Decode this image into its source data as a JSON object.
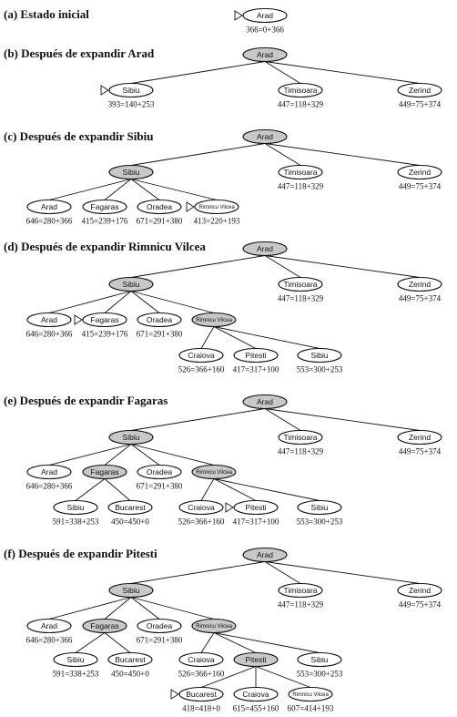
{
  "colors": {
    "expanded": "#c8c8c8",
    "frontier": "#ffffff",
    "ink": "#111111"
  },
  "panels": [
    {
      "id": "a",
      "title": "(a) Estado inicial",
      "nodes": [
        {
          "id": "arad",
          "label": "Arad",
          "value": "366=0+366",
          "expanded": false,
          "marker": true
        }
      ],
      "edges": []
    },
    {
      "id": "b",
      "title": "(b) Después de expandir Arad",
      "nodes": [
        {
          "id": "arad",
          "label": "Arad",
          "expanded": true
        },
        {
          "id": "sibiu",
          "label": "Sibiu",
          "value": "393=140+253",
          "expanded": false,
          "marker": true
        },
        {
          "id": "timisoara",
          "label": "Timisoara",
          "value": "447=118+329",
          "expanded": false
        },
        {
          "id": "zerind",
          "label": "Zerind",
          "value": "449=75+374",
          "expanded": false
        }
      ],
      "edges": [
        [
          "arad",
          "sibiu"
        ],
        [
          "arad",
          "timisoara"
        ],
        [
          "arad",
          "zerind"
        ]
      ]
    },
    {
      "id": "c",
      "title": "(c) Después de expandir Sibiu",
      "nodes": [
        {
          "id": "arad",
          "label": "Arad",
          "expanded": true
        },
        {
          "id": "sibiu",
          "label": "Sibiu",
          "expanded": true
        },
        {
          "id": "timisoara",
          "label": "Timisoara",
          "value": "447=118+329",
          "expanded": false
        },
        {
          "id": "zerind",
          "label": "Zerind",
          "value": "449=75+374",
          "expanded": false
        },
        {
          "id": "arad2",
          "label": "Arad",
          "value": "646=280+366",
          "expanded": false
        },
        {
          "id": "fagaras",
          "label": "Fagaras",
          "value": "415=239+176",
          "expanded": false
        },
        {
          "id": "oradea",
          "label": "Oradea",
          "value": "671=291+380",
          "expanded": false
        },
        {
          "id": "rimnicu",
          "label": "Rimnicu Vilcea",
          "value": "413=220+193",
          "expanded": false,
          "marker": true,
          "small": true
        }
      ],
      "edges": [
        [
          "arad",
          "sibiu"
        ],
        [
          "arad",
          "timisoara"
        ],
        [
          "arad",
          "zerind"
        ],
        [
          "sibiu",
          "arad2"
        ],
        [
          "sibiu",
          "fagaras"
        ],
        [
          "sibiu",
          "oradea"
        ],
        [
          "sibiu",
          "rimnicu"
        ]
      ]
    },
    {
      "id": "d",
      "title": "(d) Después de expandir Rimnicu Vilcea",
      "nodes": [
        {
          "id": "arad",
          "label": "Arad",
          "expanded": true
        },
        {
          "id": "sibiu",
          "label": "Sibiu",
          "expanded": true
        },
        {
          "id": "timisoara",
          "label": "Timisoara",
          "value": "447=118+329",
          "expanded": false
        },
        {
          "id": "zerind",
          "label": "Zerind",
          "value": "449=75+374",
          "expanded": false
        },
        {
          "id": "arad2",
          "label": "Arad",
          "value": "646=280+366",
          "expanded": false
        },
        {
          "id": "fagaras",
          "label": "Fagaras",
          "value": "415=239+176",
          "expanded": false,
          "marker": true
        },
        {
          "id": "oradea",
          "label": "Oradea",
          "value": "671=291+380",
          "expanded": false
        },
        {
          "id": "rimnicu",
          "label": "Rimnicu Vilcea",
          "expanded": true,
          "small": true
        },
        {
          "id": "craiova",
          "label": "Craiova",
          "value": "526=366+160",
          "expanded": false
        },
        {
          "id": "pitesti",
          "label": "Pitesti",
          "value": "417=317+100",
          "expanded": false
        },
        {
          "id": "sibiu2",
          "label": "Sibiu",
          "value": "553=300+253",
          "expanded": false
        }
      ],
      "edges": [
        [
          "arad",
          "sibiu"
        ],
        [
          "arad",
          "timisoara"
        ],
        [
          "arad",
          "zerind"
        ],
        [
          "sibiu",
          "arad2"
        ],
        [
          "sibiu",
          "fagaras"
        ],
        [
          "sibiu",
          "oradea"
        ],
        [
          "sibiu",
          "rimnicu"
        ],
        [
          "rimnicu",
          "craiova"
        ],
        [
          "rimnicu",
          "pitesti"
        ],
        [
          "rimnicu",
          "sibiu2"
        ]
      ]
    },
    {
      "id": "e",
      "title": "(e) Después de expandir Fagaras",
      "nodes": [
        {
          "id": "arad",
          "label": "Arad",
          "expanded": true
        },
        {
          "id": "sibiu",
          "label": "Sibiu",
          "expanded": true
        },
        {
          "id": "timisoara",
          "label": "Timisoara",
          "value": "447=118+329",
          "expanded": false
        },
        {
          "id": "zerind",
          "label": "Zerind",
          "value": "449=75+374",
          "expanded": false
        },
        {
          "id": "arad2",
          "label": "Arad",
          "value": "646=280+366",
          "expanded": false
        },
        {
          "id": "fagaras",
          "label": "Fagaras",
          "expanded": true
        },
        {
          "id": "oradea",
          "label": "Oradea",
          "value": "671=291+380",
          "expanded": false
        },
        {
          "id": "rimnicu",
          "label": "Rimnicu Vilcea",
          "expanded": true,
          "small": true
        },
        {
          "id": "sibiu3",
          "label": "Sibiu",
          "value": "591=338+253",
          "expanded": false
        },
        {
          "id": "bucarest",
          "label": "Bucarest",
          "value": "450=450+0",
          "expanded": false
        },
        {
          "id": "craiova",
          "label": "Craiova",
          "value": "526=366+160",
          "expanded": false
        },
        {
          "id": "pitesti",
          "label": "Pitesti",
          "value": "417=317+100",
          "expanded": false,
          "marker": true
        },
        {
          "id": "sibiu2",
          "label": "Sibiu",
          "value": "553=300+253",
          "expanded": false
        }
      ],
      "edges": [
        [
          "arad",
          "sibiu"
        ],
        [
          "arad",
          "timisoara"
        ],
        [
          "arad",
          "zerind"
        ],
        [
          "sibiu",
          "arad2"
        ],
        [
          "sibiu",
          "fagaras"
        ],
        [
          "sibiu",
          "oradea"
        ],
        [
          "sibiu",
          "rimnicu"
        ],
        [
          "fagaras",
          "sibiu3"
        ],
        [
          "fagaras",
          "bucarest"
        ],
        [
          "rimnicu",
          "craiova"
        ],
        [
          "rimnicu",
          "pitesti"
        ],
        [
          "rimnicu",
          "sibiu2"
        ]
      ]
    },
    {
      "id": "f",
      "title": "(f) Después de expandir Pitesti",
      "nodes": [
        {
          "id": "arad",
          "label": "Arad",
          "expanded": true
        },
        {
          "id": "sibiu",
          "label": "Sibiu",
          "expanded": true
        },
        {
          "id": "timisoara",
          "label": "Timisoara",
          "value": "447=118+329",
          "expanded": false
        },
        {
          "id": "zerind",
          "label": "Zerind",
          "value": "449=75+374",
          "expanded": false
        },
        {
          "id": "arad2",
          "label": "Arad",
          "value": "646=280+366",
          "expanded": false
        },
        {
          "id": "fagaras",
          "label": "Fagaras",
          "expanded": true
        },
        {
          "id": "oradea",
          "label": "Oradea",
          "value": "671=291+380",
          "expanded": false
        },
        {
          "id": "rimnicu",
          "label": "Rimnicu Vilcea",
          "expanded": true,
          "small": true
        },
        {
          "id": "sibiu3",
          "label": "Sibiu",
          "value": "591=338+253",
          "expanded": false
        },
        {
          "id": "bucarest",
          "label": "Bucarest",
          "value": "450=450+0",
          "expanded": false
        },
        {
          "id": "craiova",
          "label": "Craiova",
          "value": "526=366+160",
          "expanded": false
        },
        {
          "id": "pitesti",
          "label": "Pitesti",
          "expanded": true
        },
        {
          "id": "sibiu2",
          "label": "Sibiu",
          "value": "553=300+253",
          "expanded": false
        },
        {
          "id": "bucarest2",
          "label": "Bucarest",
          "value": "418=418+0",
          "expanded": false,
          "marker": true
        },
        {
          "id": "craiova2",
          "label": "Craiova",
          "value": "615=455+160",
          "expanded": false
        },
        {
          "id": "rimnicu2",
          "label": "Rimnicu Vilcea",
          "value": "607=414+193",
          "expanded": false,
          "small": true
        }
      ],
      "edges": [
        [
          "arad",
          "sibiu"
        ],
        [
          "arad",
          "timisoara"
        ],
        [
          "arad",
          "zerind"
        ],
        [
          "sibiu",
          "arad2"
        ],
        [
          "sibiu",
          "fagaras"
        ],
        [
          "sibiu",
          "oradea"
        ],
        [
          "sibiu",
          "rimnicu"
        ],
        [
          "fagaras",
          "sibiu3"
        ],
        [
          "fagaras",
          "bucarest"
        ],
        [
          "rimnicu",
          "craiova"
        ],
        [
          "rimnicu",
          "pitesti"
        ],
        [
          "rimnicu",
          "sibiu2"
        ],
        [
          "pitesti",
          "bucarest2"
        ],
        [
          "pitesti",
          "craiova2"
        ],
        [
          "pitesti",
          "rimnicu2"
        ]
      ]
    }
  ]
}
